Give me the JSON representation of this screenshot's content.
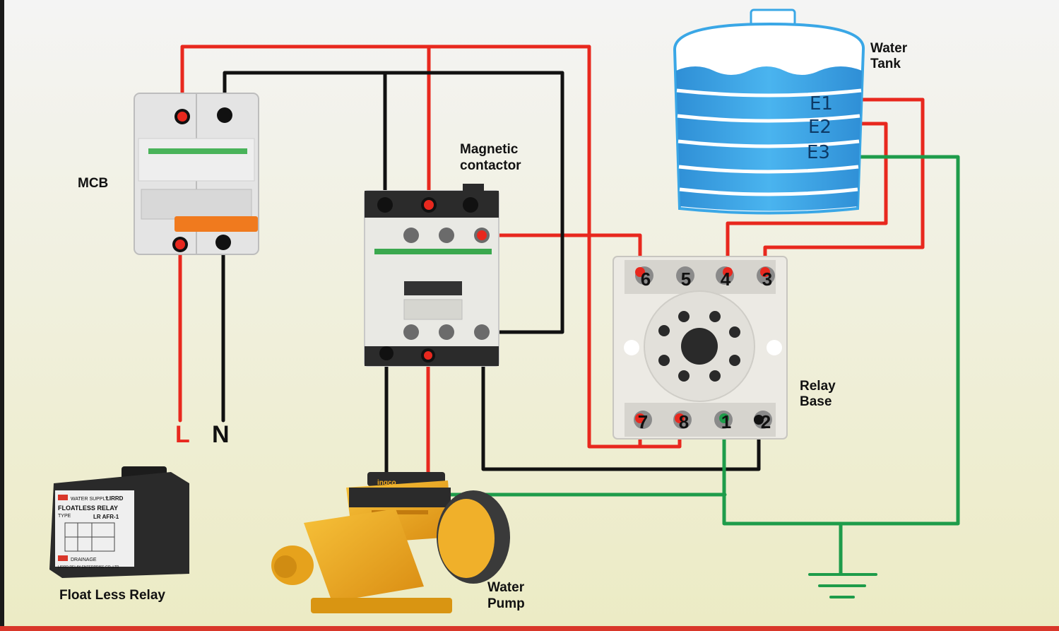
{
  "colors": {
    "live": "#e8281e",
    "neutral": "#111111",
    "earth": "#1e9c4a",
    "water": "#3aa7e6",
    "pump": "#f2a81d",
    "background_top": "#f4f4f4",
    "background_bottom": "#ecebc4"
  },
  "labels": {
    "mcb": "MCB",
    "contactor_line1": "Magnetic",
    "contactor_line2": "contactor",
    "tank_line1": "Water",
    "tank_line2": "Tank",
    "relay_base_line1": "Relay",
    "relay_base_line2": "Base",
    "pump_line1": "Water",
    "pump_line2": "Pump",
    "floatless_relay": "Float Less Relay",
    "live_terminal": "L",
    "neutral_terminal": "N"
  },
  "tank_electrodes": [
    "E1",
    "E2",
    "E3"
  ],
  "relay_base_terminals": {
    "top": [
      "6",
      "5",
      "4",
      "3"
    ],
    "bottom": [
      "7",
      "8",
      "1",
      "2"
    ]
  },
  "floatless_relay_device": {
    "brand": "LIRRD",
    "badge_top": "WATER SUPPLY",
    "title": "FLOATLESS RELAY",
    "type_label": "TYPE",
    "model": "LR AFR-1",
    "badge_bottom": "DRAINAGE",
    "maker": "LIRRD RELAY ENTERPRISE CO.,LTD"
  },
  "pump_brand": "ingco"
}
